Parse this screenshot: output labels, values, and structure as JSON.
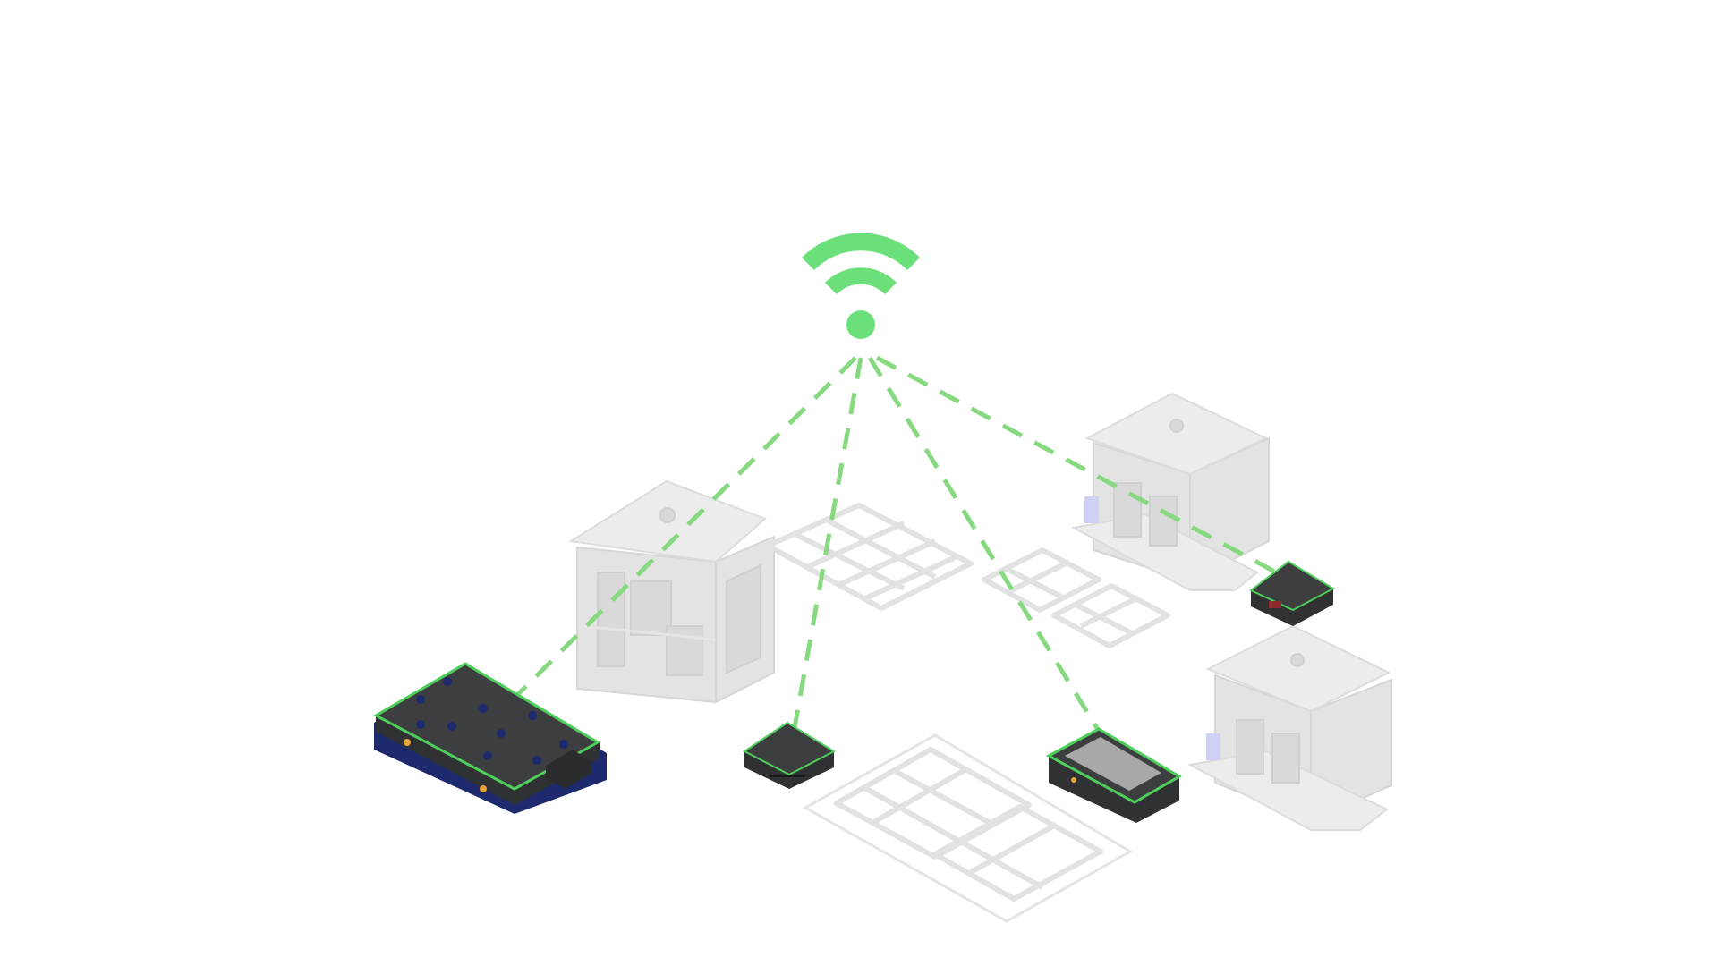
{
  "colors": {
    "signal": "#6be07a",
    "link": "#86d97f",
    "robot_body": "#2f3133",
    "robot_top": "#3c3e40",
    "robot_accent_blue": "#1e2a6e",
    "robot_led_green": "#4ecf5c",
    "ghost": "#ececec",
    "background": "#ffffff"
  },
  "icons": {
    "hub": "wifi-icon"
  },
  "nodes": [
    {
      "id": "large-platform-robot",
      "kind": "robot",
      "variant": "large-platform-with-blue-base"
    },
    {
      "id": "small-robot-center",
      "kind": "robot",
      "variant": "small-dark"
    },
    {
      "id": "medium-robot-right",
      "kind": "robot",
      "variant": "medium-dark-with-grey-top"
    },
    {
      "id": "small-robot-far-right",
      "kind": "robot",
      "variant": "small-dark"
    }
  ],
  "connections": [
    {
      "from": "wifi-hub",
      "to": "large-platform-robot"
    },
    {
      "from": "wifi-hub",
      "to": "small-robot-center"
    },
    {
      "from": "wifi-hub",
      "to": "medium-robot-right"
    },
    {
      "from": "wifi-hub",
      "to": "small-robot-far-right"
    }
  ],
  "background_objects": [
    {
      "kind": "machine-station",
      "count": 3
    },
    {
      "kind": "pallet",
      "count": 5
    }
  ]
}
